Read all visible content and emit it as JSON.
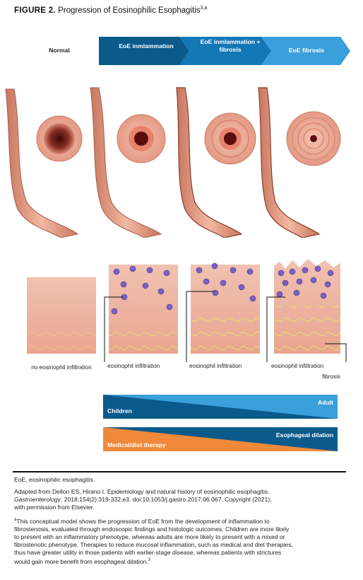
{
  "figure": {
    "title_prefix": "FIGURE 2.",
    "title_text": "Progression of Eosinophilic Esophagitis",
    "title_refs": "3,a"
  },
  "stages": [
    {
      "label": "Normal"
    },
    {
      "label": "EoE inmlammation"
    },
    {
      "label": "EoE inmlammation + fibrosis"
    },
    {
      "label": "EoE fibrosis"
    }
  ],
  "histology_captions": [
    "no eosinophil infiltration",
    "eosinophil infiltration",
    "eosinophil infiltration",
    "eosinophil infiltration"
  ],
  "fibrosis_label": "fibrosis",
  "gradients": {
    "age": {
      "start_label": "Children",
      "end_label": "Adult"
    },
    "treatment": {
      "start_label": "Medical/diet therapy",
      "end_label": "Esophageal dilation"
    }
  },
  "footnotes": {
    "abbrev": "EoE, eosinophilic esophagitis.",
    "adapted_1": "Adapted from Dellon ES, Hirano I. Epidemiology and natural history of eosinophilic esophagitis.",
    "adapted_journal": "Gastroenterology",
    "adapted_2": ". 2018;154(2):319-332.e3. doi:10.1053/j.gastro.2017.06.067. Copyright (2021),",
    "adapted_3": "with permission from Elsevier.",
    "note_marker": "a",
    "note_lines": [
      "This conceptual model shows the progression of EoE from the development of inflammation to",
      "fibrostenosis, evaluated through endoscopic findings and histologic outcomes. Children are more likely",
      "to present with an inflammatory phenotype, whereas adults are more likely to present with a mixed or",
      "fibrostenotic phenotype. Therapies to reduce mucosal inflammation, such as medical and diet therapies,",
      "thus have greater utility in those patients with earlier-stage disease, whereas patients with strictures"
    ],
    "note_last": "would gain more benefit from esophageal dilation.",
    "note_last_ref": "3"
  },
  "colors": {
    "arrow_dark": "#0a5a8c",
    "arrow_mid": "#1578b6",
    "arrow_light": "#3aa0dc",
    "orange": "#f08a3a",
    "tissue": "#e8a08a"
  }
}
